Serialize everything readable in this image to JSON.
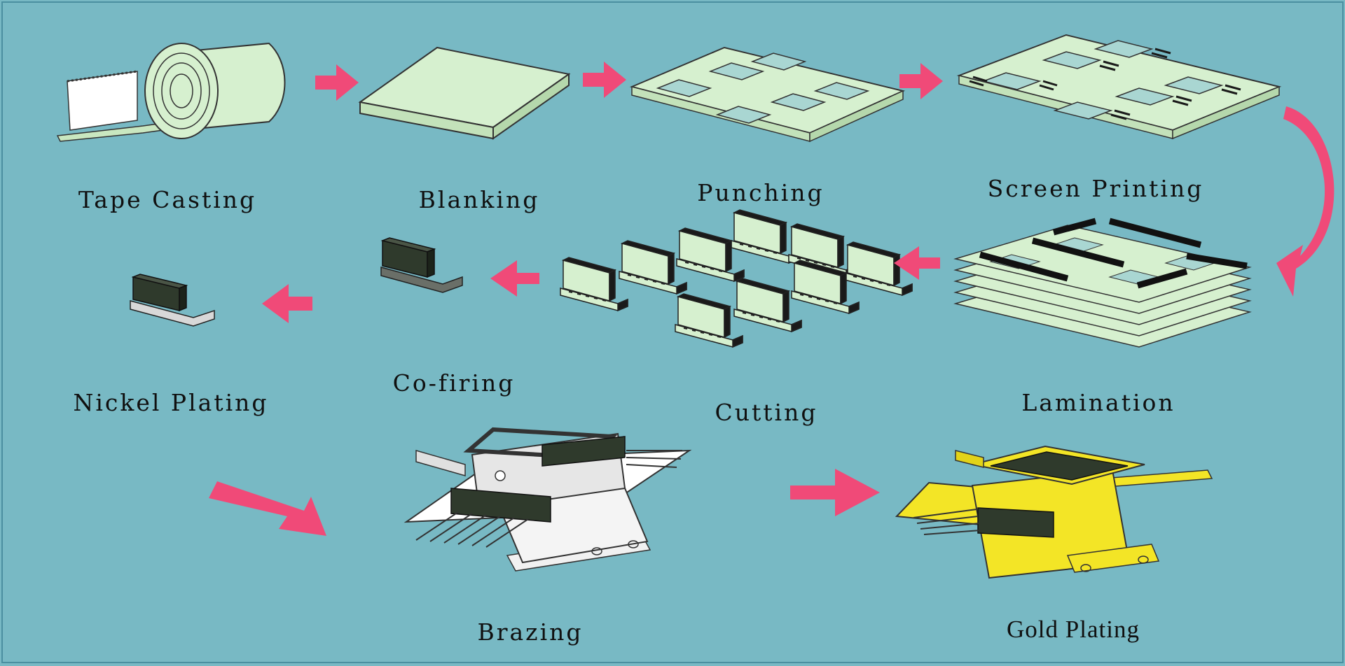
{
  "process_steps": [
    {
      "id": "tape-casting",
      "label": "Tape Casting"
    },
    {
      "id": "blanking",
      "label": "Blanking"
    },
    {
      "id": "punching",
      "label": "Punching"
    },
    {
      "id": "screen-printing",
      "label": "Screen Printing"
    },
    {
      "id": "lamination",
      "label": "Lamination"
    },
    {
      "id": "cutting",
      "label": "Cutting"
    },
    {
      "id": "co-firing",
      "label": "Co-firing"
    },
    {
      "id": "nickel-plating",
      "label": "Nickel Plating"
    },
    {
      "id": "brazing",
      "label": "Brazing"
    },
    {
      "id": "gold-plating",
      "label": "Gold Plating"
    }
  ],
  "colors": {
    "background": "#78b9c4",
    "ceramic": "#d6f0cf",
    "arrow": "#f04a78",
    "metal_dark": "#2f3a2c",
    "gold": "#f3e526",
    "white_part": "#f4f4f4"
  },
  "icons": {
    "flow_arrow": "pink-block-arrow-icon",
    "curved_arrow": "pink-curved-arrow-icon"
  }
}
